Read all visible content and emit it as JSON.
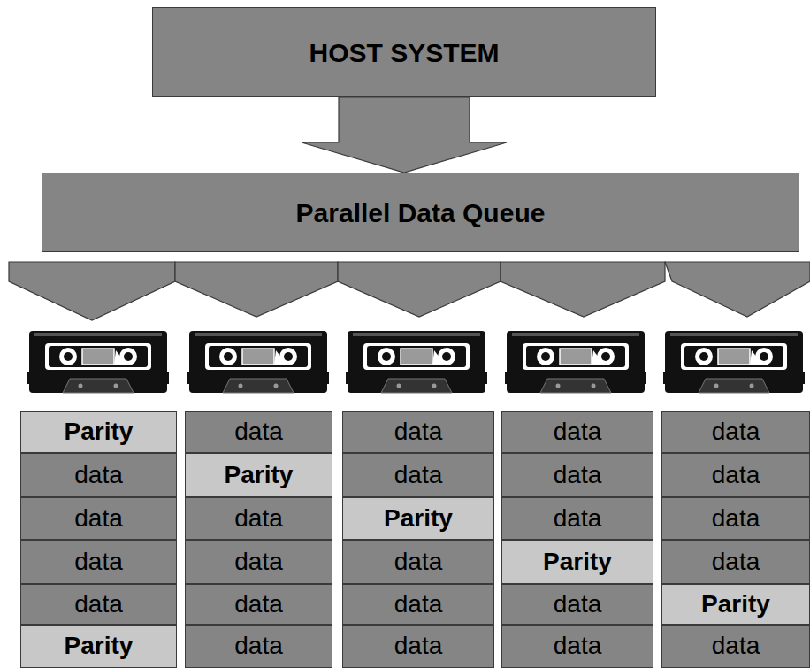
{
  "diagram": {
    "nodes": [
      {
        "text": [
          "HOST SYSTEM"
        ]
      },
      {
        "text": [
          "Parallel Data Queue"
        ]
      },
      {
        "text": [
          "Parity"
        ]
      },
      {
        "text": [
          "data"
        ]
      },
      {
        "text": [
          "data"
        ]
      },
      {
        "text": [
          "data"
        ]
      },
      {
        "text": [
          "data"
        ]
      },
      {
        "text": [
          "data"
        ]
      },
      {
        "text": [
          "Parity"
        ]
      },
      {
        "text": [
          "data"
        ]
      },
      {
        "text": [
          "data"
        ]
      },
      {
        "text": [
          "data"
        ]
      },
      {
        "text": [
          "data"
        ]
      },
      {
        "text": [
          "data"
        ]
      },
      {
        "text": [
          "Parity"
        ]
      },
      {
        "text": [
          "data"
        ]
      },
      {
        "text": [
          "data"
        ]
      },
      {
        "text": [
          "data"
        ]
      },
      {
        "text": [
          "data"
        ]
      },
      {
        "text": [
          "data"
        ]
      },
      {
        "text": [
          "Parity"
        ]
      },
      {
        "text": [
          "data"
        ]
      },
      {
        "text": [
          "data"
        ]
      },
      {
        "text": [
          "data"
        ]
      },
      {
        "text": [
          "data"
        ]
      },
      {
        "text": [
          "data"
        ]
      },
      {
        "text": [
          "Parity"
        ]
      },
      {
        "text": [
          "Parity"
        ]
      },
      {
        "text": [
          "data"
        ]
      },
      {
        "text": [
          "data"
        ]
      },
      {
        "text": [
          "data"
        ]
      },
      {
        "text": [
          "data"
        ]
      }
    ],
    "edges": [
      {
        "from": 0,
        "to": 1,
        "arrow": "to"
      }
    ]
  }
}
